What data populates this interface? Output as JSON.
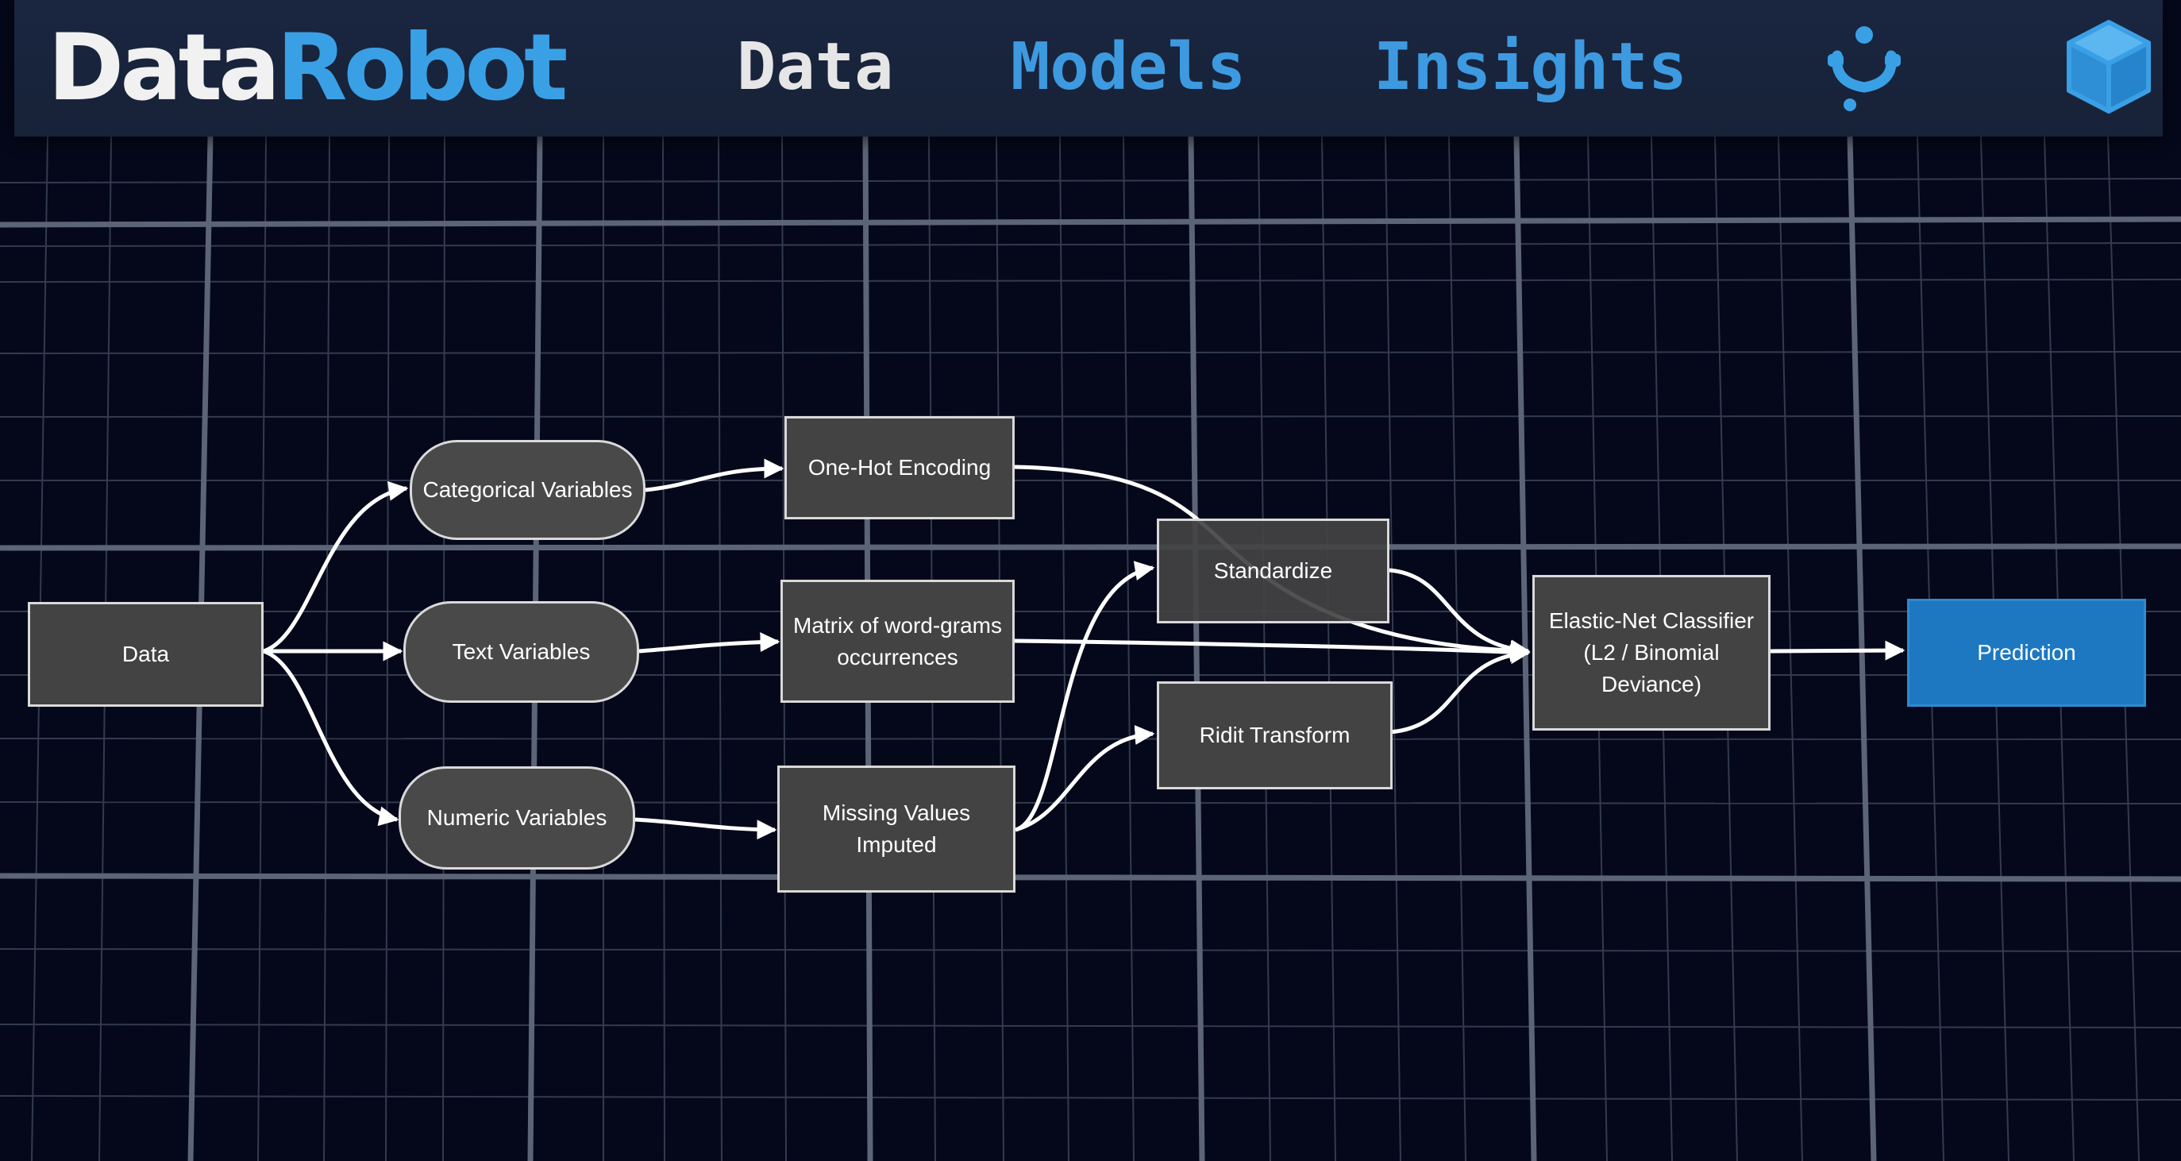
{
  "brand": {
    "part1": "Data",
    "part2": "Robot"
  },
  "nav": [
    {
      "label": "Data",
      "active": true,
      "color": "#e6e6e6"
    },
    {
      "label": "Models",
      "active": false,
      "color": "#3d9ae0"
    },
    {
      "label": "Insights",
      "active": false,
      "color": "#3d9ae0"
    }
  ],
  "icons": {
    "left": "person-icon",
    "right": "cube-icon"
  },
  "colors": {
    "background": "#05081a",
    "header": "#172238",
    "accent": "#3aa0e6",
    "node_fill": "#434343",
    "prediction_fill": "#1d78c1"
  },
  "diagram": {
    "nodes": {
      "data": "Data",
      "categorical": "Categorical Variables",
      "text": "Text Variables",
      "numeric": "Numeric Variables",
      "onehot": "One-Hot Encoding",
      "matrix_line1": "Matrix of word-grams",
      "matrix_line2": "occurrences",
      "missing_line1": "Missing Values",
      "missing_line2": "Imputed",
      "standardize": "Standardize",
      "ridit": "Ridit Transform",
      "elastic_line1": "Elastic-Net Classifier",
      "elastic_line2": "(L2 / Binomial",
      "elastic_line3": "Deviance)",
      "prediction": "Prediction"
    },
    "edges": [
      [
        "data",
        "categorical"
      ],
      [
        "data",
        "text"
      ],
      [
        "data",
        "numeric"
      ],
      [
        "categorical",
        "onehot"
      ],
      [
        "text",
        "matrix"
      ],
      [
        "numeric",
        "missing"
      ],
      [
        "onehot",
        "elastic"
      ],
      [
        "matrix",
        "elastic"
      ],
      [
        "missing",
        "standardize"
      ],
      [
        "missing",
        "ridit"
      ],
      [
        "standardize",
        "elastic"
      ],
      [
        "ridit",
        "elastic"
      ],
      [
        "elastic",
        "prediction"
      ]
    ]
  }
}
